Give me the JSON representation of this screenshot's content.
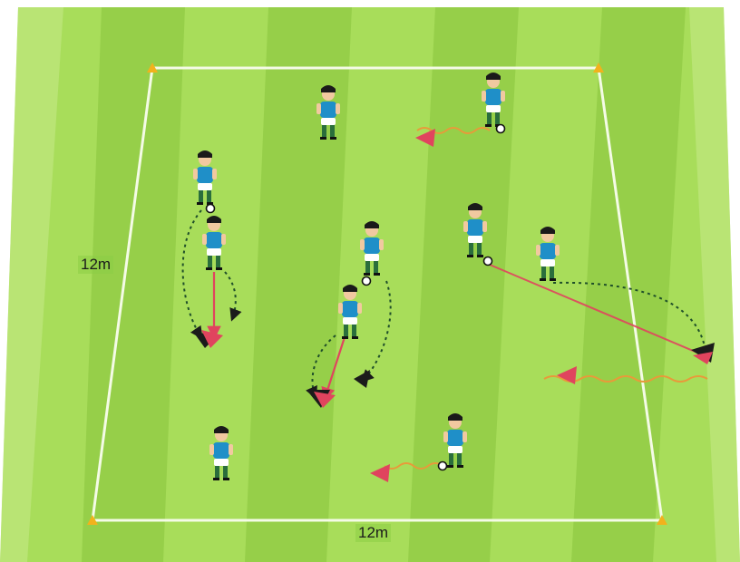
{
  "drill": {
    "labels": {
      "side_length": "12m",
      "bottom_length": "12m"
    },
    "colors": {
      "grass_light": "#a8dd5a",
      "grass_dark": "#86c33d",
      "field_line": "#f4fbe6",
      "cone": "#f2b21c",
      "pass_line": "#e05a58",
      "run_path": "#1f4f2a",
      "dribble_path": "#e89a3a",
      "jersey": "#1f8fc8",
      "shorts": "#ffffff",
      "socks": "#2a6e3c"
    },
    "players": [
      {
        "name": "player-top-center",
        "facing": "down"
      },
      {
        "name": "player-top-right-dribbling",
        "facing": "down",
        "has_ball": true
      },
      {
        "name": "player-left-upper",
        "facing": "down",
        "has_ball": true
      },
      {
        "name": "player-left-lower",
        "facing": "down"
      },
      {
        "name": "player-center-upper",
        "facing": "down",
        "has_ball": true
      },
      {
        "name": "player-center-lower",
        "facing": "down"
      },
      {
        "name": "player-right-passing",
        "facing": "right",
        "has_ball": true
      },
      {
        "name": "player-right-receiving",
        "facing": "down"
      },
      {
        "name": "player-bottom-left",
        "facing": "down"
      },
      {
        "name": "player-bottom-center-dribbling",
        "facing": "down",
        "has_ball": true
      }
    ]
  }
}
